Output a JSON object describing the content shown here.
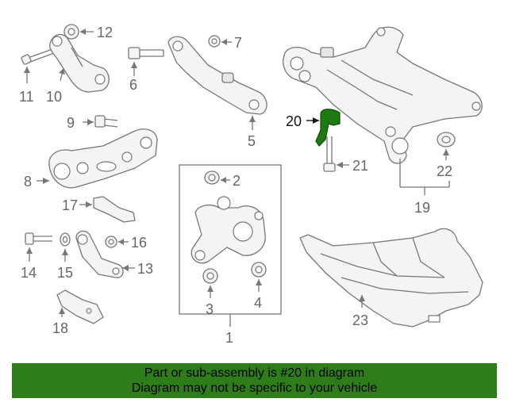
{
  "diagram": {
    "callouts": {
      "c1": "1",
      "c2": "2",
      "c3": "3",
      "c4": "4",
      "c5": "5",
      "c6": "6",
      "c7": "7",
      "c8": "8",
      "c9": "9",
      "c10": "10",
      "c11": "11",
      "c12": "12",
      "c13": "13",
      "c14": "14",
      "c15": "15",
      "c16": "16",
      "c17": "17",
      "c18": "18",
      "c19": "19",
      "c20": "20",
      "c21": "21",
      "c22": "22",
      "c23": "23"
    },
    "highlight_color": "#1f7a14"
  },
  "banner": {
    "line1": "Part or sub-assembly is #20 in diagram",
    "line2": "Diagram may not be specific to your vehicle",
    "background": "#2e7d1a"
  }
}
